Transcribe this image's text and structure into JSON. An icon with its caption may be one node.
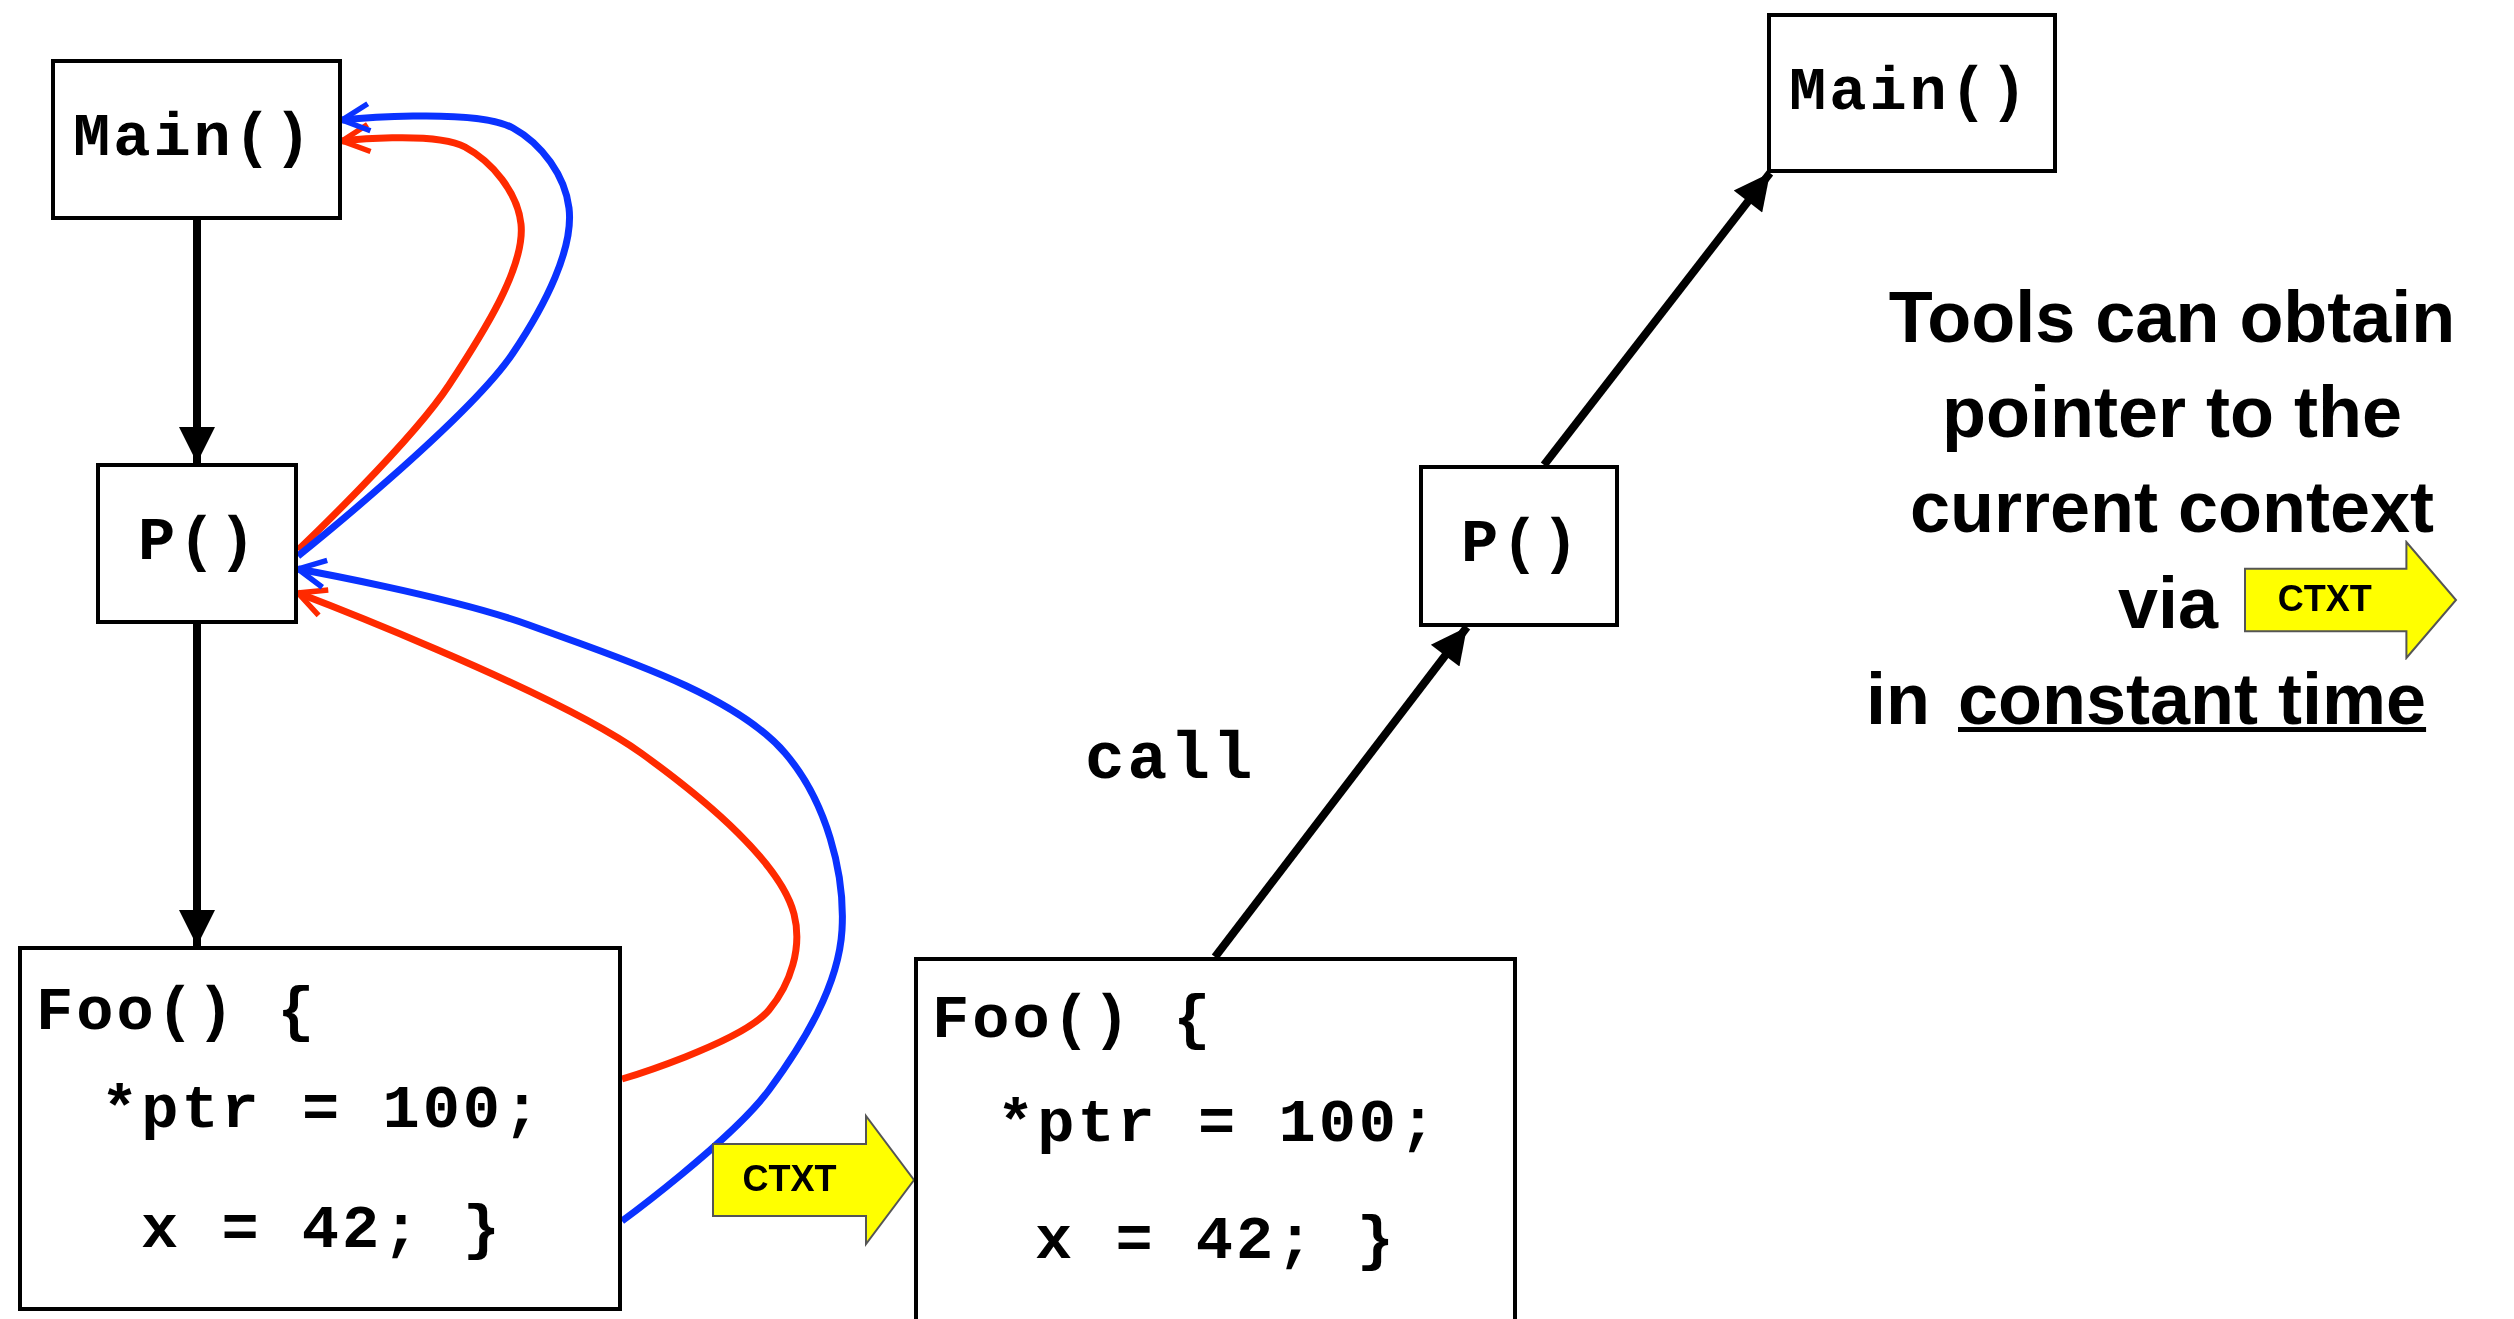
{
  "diagram": {
    "nodes": [
      {
        "text": [
          "Main()"
        ]
      },
      {
        "text": [
          "P()"
        ]
      },
      {
        "text": [
          "Foo() {",
          "*ptr = 100;",
          "x = 42; }"
        ]
      },
      {
        "text": [
          "Foo() {",
          "*ptr = 100;",
          "x = 42; }"
        ]
      },
      {
        "text": [
          "P()"
        ]
      },
      {
        "text": [
          "Main()"
        ]
      },
      {
        "text": [
          "CTXT"
        ]
      }
    ],
    "edges": [
      {
        "from": 0,
        "to": 1,
        "arrow": "to"
      },
      {
        "from": 1,
        "to": 2,
        "arrow": "to"
      },
      {
        "from": 2,
        "to": 1,
        "arrow": "to",
        "color": "#ff2a00"
      },
      {
        "from": 2,
        "to": 1,
        "arrow": "to",
        "color": "#0a32ff"
      },
      {
        "from": 1,
        "to": 0,
        "arrow": "to",
        "color": "#ff2a00"
      },
      {
        "from": 1,
        "to": 0,
        "arrow": "to",
        "color": "#0a32ff"
      },
      {
        "from": 3,
        "to": 4,
        "arrow": "to",
        "label": "call"
      },
      {
        "from": 4,
        "to": 5,
        "arrow": "to"
      },
      {
        "from": 2,
        "to": 3,
        "arrow": "to",
        "label": "CTXT",
        "color": "#ffff00"
      }
    ],
    "labels": [
      "Tools can obtain pointer to the current context",
      "via",
      "in",
      "constant time"
    ]
  }
}
